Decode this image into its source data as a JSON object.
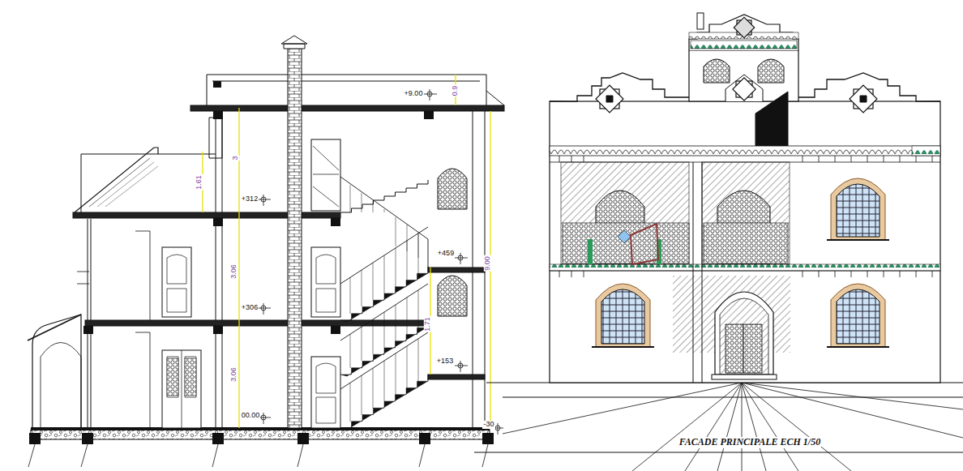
{
  "diagram": {
    "labels": [
      "+9.00",
      "0.9",
      "1.61",
      "3",
      "+312",
      "+459",
      "3.06",
      "9.00",
      "+306",
      "1.71",
      "+153",
      "3.06",
      "00.00",
      "-30",
      "FACADE PRINCIPALE ECH 1/50"
    ]
  }
}
